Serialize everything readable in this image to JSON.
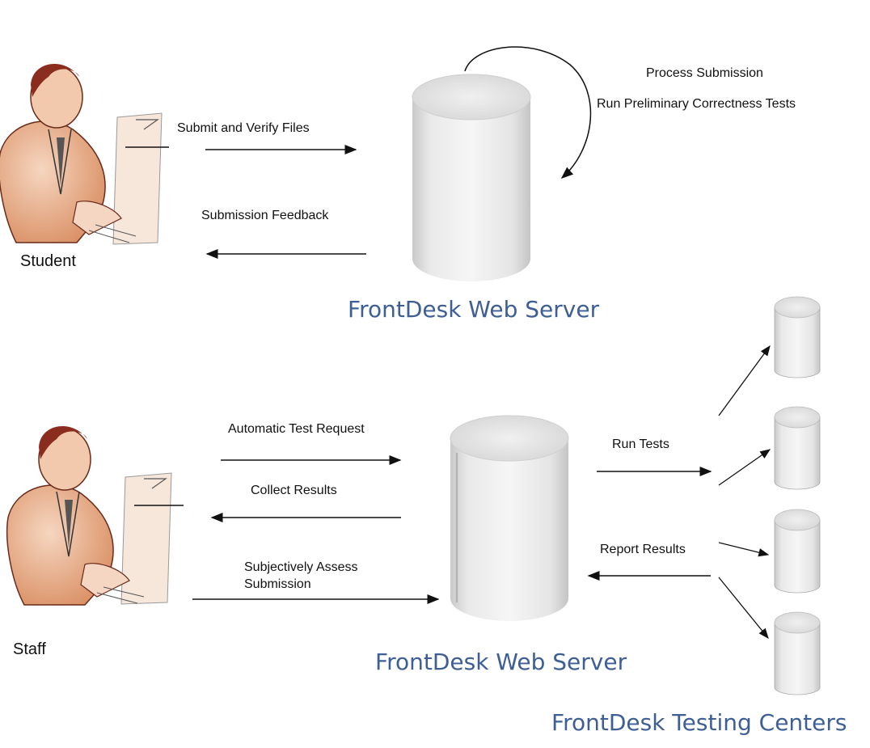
{
  "actors": {
    "student": "Student",
    "staff": "Staff"
  },
  "servers": {
    "top_title": "FrontDesk Web Server",
    "bottom_title": "FrontDesk Web Server",
    "testing_title": "FrontDesk Testing Centers"
  },
  "flows": {
    "submit": "Submit and Verify Files",
    "feedback": "Submission Feedback",
    "process": "Process Submission",
    "preliminary": "Run Preliminary Correctness Tests",
    "auto_request": "Automatic Test Request",
    "collect": "Collect Results",
    "assess_line1": "Subjectively Assess",
    "assess_line2": "Submission",
    "run_tests": "Run Tests",
    "report": "Report Results"
  },
  "colors": {
    "title": "#3e5e96",
    "arrow": "#111111",
    "figure_skin": "#e2a37d",
    "figure_hair": "#7a2a1c",
    "cylinder": "#e6e6e6"
  }
}
